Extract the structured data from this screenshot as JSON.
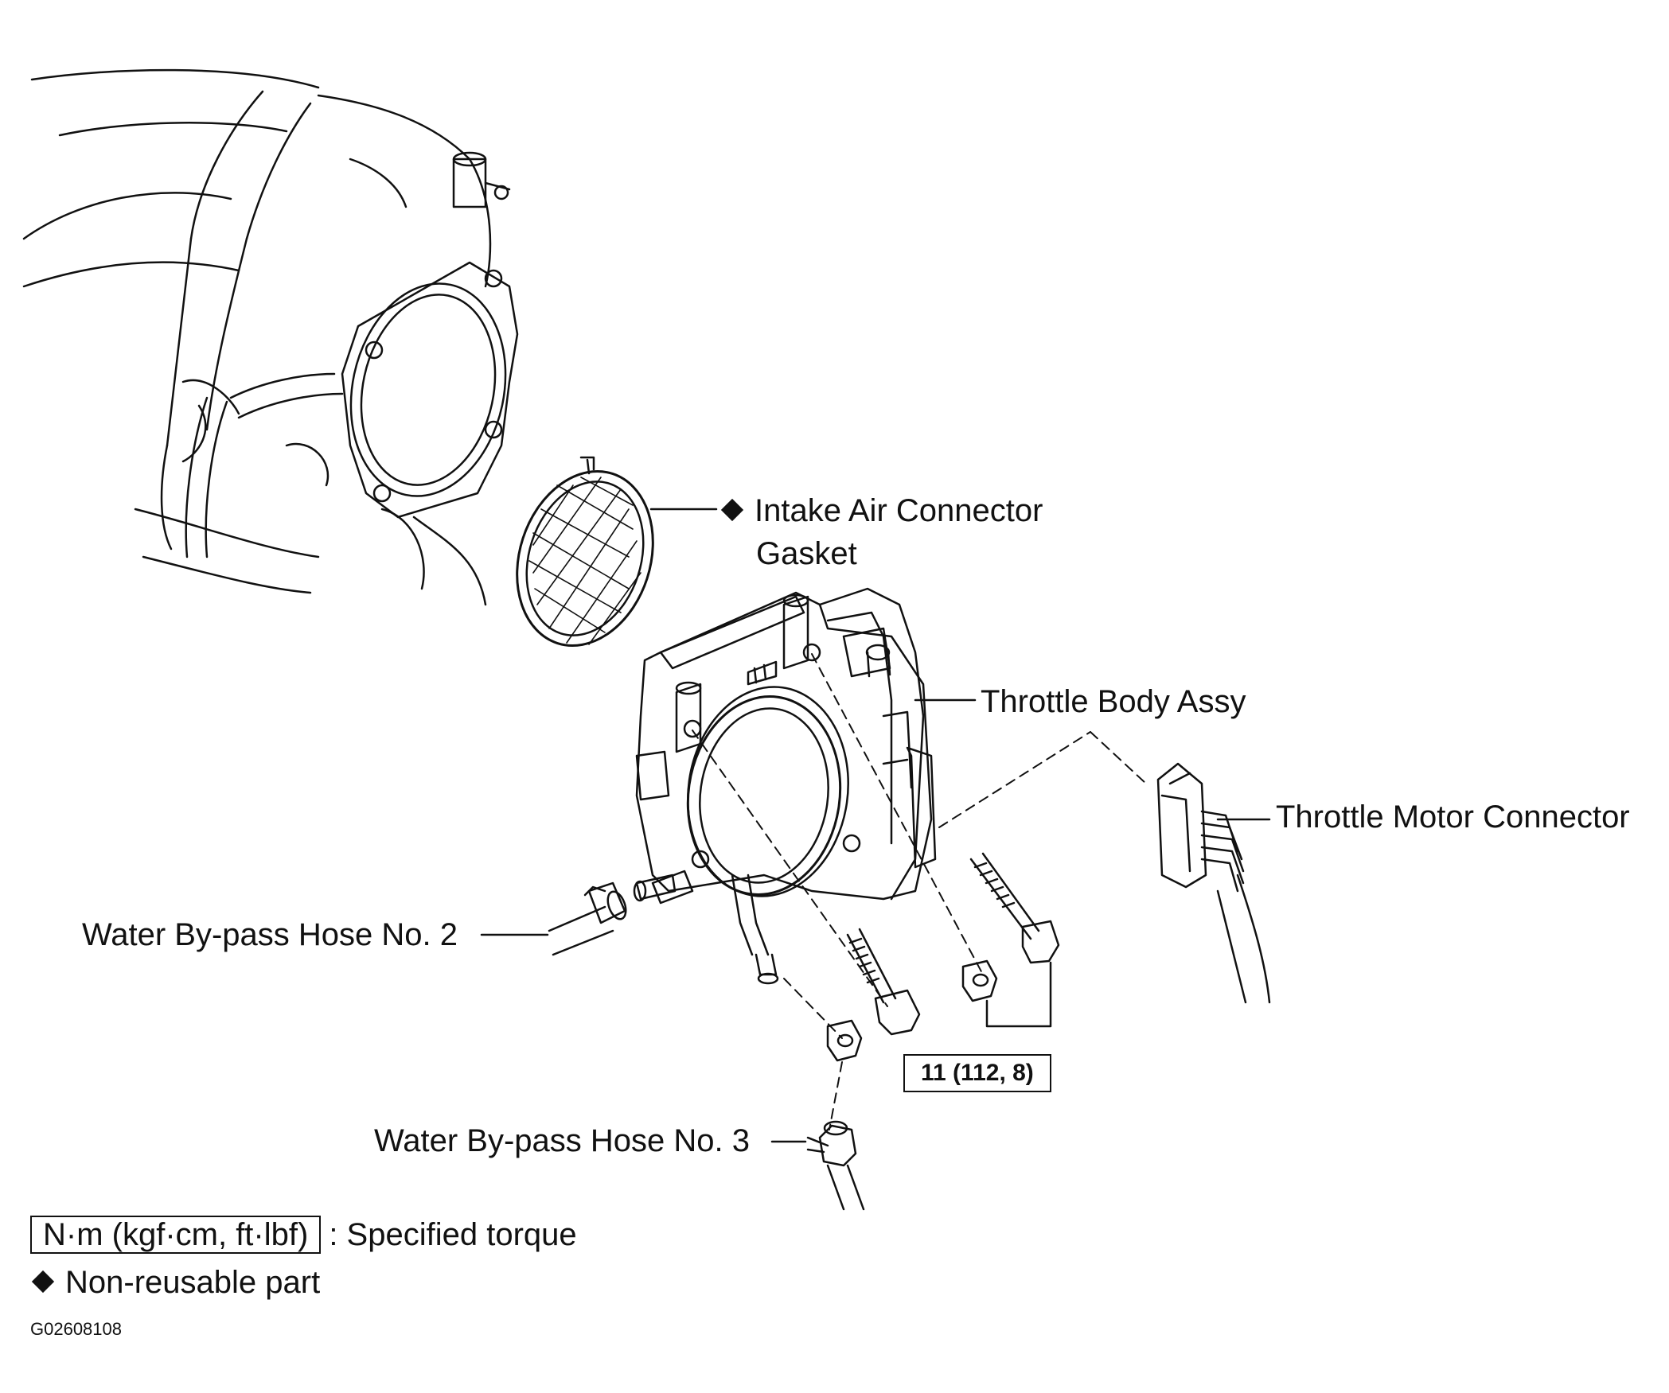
{
  "labels": {
    "intake_gasket_line1": "Intake Air Connector",
    "intake_gasket_line2": "Gasket",
    "throttle_body": "Throttle Body Assy",
    "throttle_motor_connector": "Throttle Motor Connector",
    "hose_no2": "Water By-pass Hose No. 2",
    "hose_no3": "Water By-pass Hose No. 3",
    "torque_value": "11 (112, 8)"
  },
  "legend": {
    "torque_units": "N·m (kgf·cm, ft·lbf)",
    "torque_desc": ": Specified torque",
    "non_reusable": "Non-reusable part"
  },
  "figure_code": "G02608108",
  "icons": {
    "non_reusable_mark": "black-diamond-icon"
  }
}
